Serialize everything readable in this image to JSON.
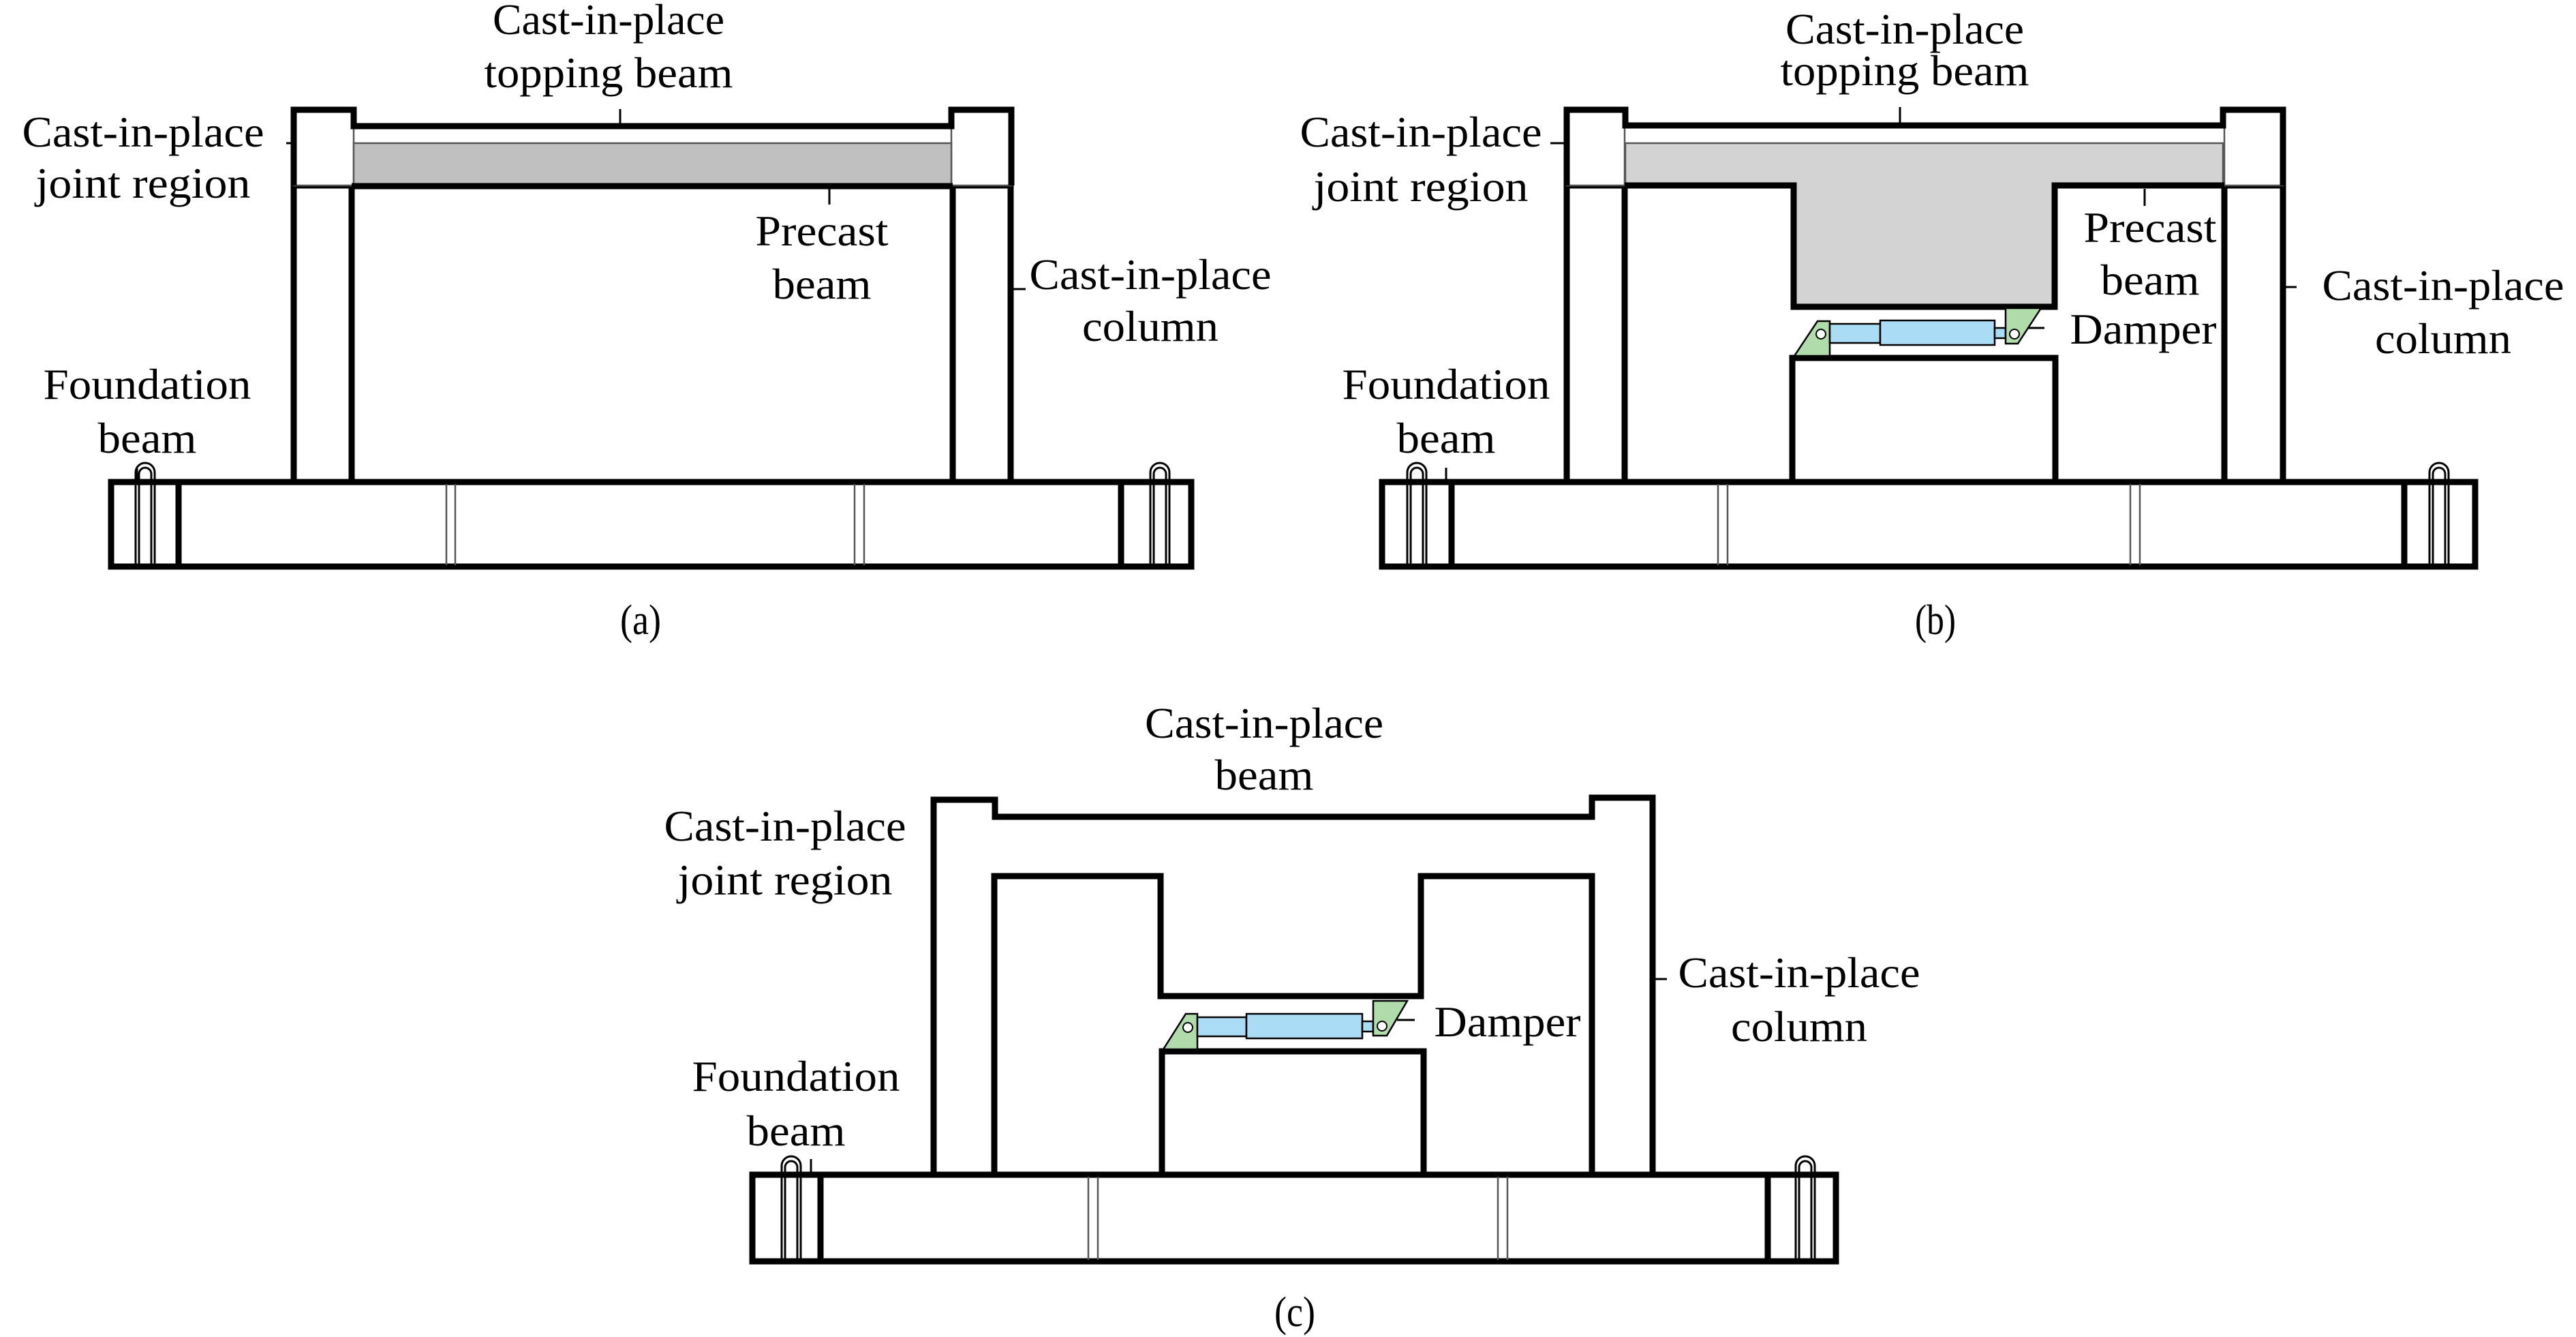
{
  "figure": {
    "colors": {
      "concrete_dark": "#c0c0c0",
      "concrete_light": "#d3d3d3",
      "joint_white": "#ffffff",
      "damper_cylinder": "#abdcf5",
      "damper_bracket": "#b0dcab",
      "outline": "#000000"
    },
    "panels": [
      {
        "id": "a",
        "caption": "(a)",
        "labels": {
          "top_beam_line1": "Cast-in-place",
          "top_beam_line2": "topping beam",
          "joint_line1": "Cast-in-place",
          "joint_line2": "joint region",
          "precast_line1": "Precast",
          "precast_line2": "beam",
          "column_line1": "Cast-in-place",
          "column_line2": "column",
          "foundation_line1": "Foundation",
          "foundation_line2": "beam"
        }
      },
      {
        "id": "b",
        "caption": "(b)",
        "labels": {
          "top_beam_line1": "Cast-in-place",
          "top_beam_line2": "topping beam",
          "joint_line1": "Cast-in-place",
          "joint_line2": "joint region",
          "precast_line1": "Precast",
          "precast_line2": "beam",
          "damper": "Damper",
          "column_line1": "Cast-in-place",
          "column_line2": "column",
          "foundation_line1": "Foundation",
          "foundation_line2": "beam"
        }
      },
      {
        "id": "c",
        "caption": "(c)",
        "labels": {
          "top_beam_line1": "Cast-in-place",
          "top_beam_line2": "beam",
          "joint_line1": "Cast-in-place",
          "joint_line2": "joint region",
          "damper": "Damper",
          "column_line1": "Cast-in-place",
          "column_line2": "column",
          "foundation_line1": "Foundation",
          "foundation_line2": "beam"
        }
      }
    ]
  }
}
